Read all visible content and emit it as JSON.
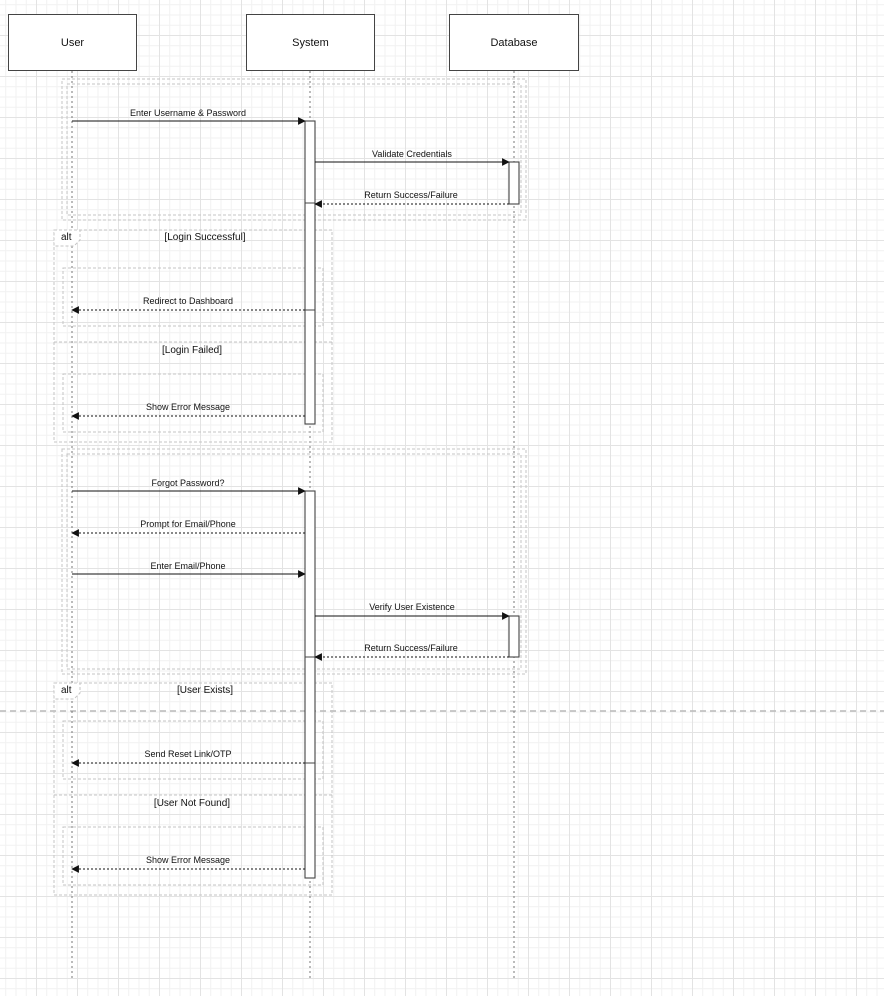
{
  "actors": [
    "User",
    "System",
    "Database"
  ],
  "messages": [
    "Enter Username & Password",
    "Validate Credentials",
    "Return Success/Failure",
    "Redirect to Dashboard",
    "Show Error Message",
    "Forgot Password?",
    "Prompt for Email/Phone",
    "Enter Email/Phone",
    "Verify User Existence",
    "Return Success/Failure",
    "Send Reset Link/OTP",
    "Show Error Message"
  ],
  "fragments": [
    {
      "keyword": "alt",
      "guards": [
        "[Login Successful]",
        "[Login Failed]"
      ]
    },
    {
      "keyword": "alt",
      "guards": [
        "[User Exists]",
        "[User Not Found]"
      ]
    }
  ],
  "colors": {
    "line": "#444444",
    "frame": "#bdbdbd",
    "grid": "#e3e3e3",
    "background": "#ffffff"
  }
}
